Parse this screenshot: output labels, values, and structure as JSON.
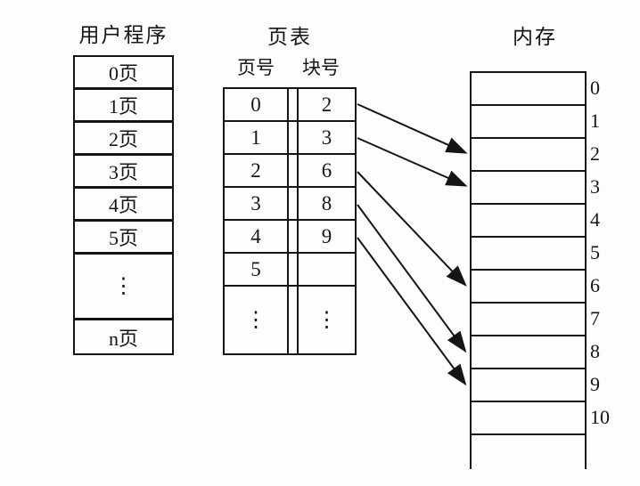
{
  "diagram": {
    "background": "#fdfdfd",
    "line_color": "#151515"
  },
  "user_program": {
    "title": "用户程序",
    "rows": [
      {
        "label": "0页"
      },
      {
        "label": "1页"
      },
      {
        "label": "2页"
      },
      {
        "label": "3页"
      },
      {
        "label": "4页"
      },
      {
        "label": "5页"
      },
      {
        "label": "⋮"
      },
      {
        "label": "n页"
      }
    ]
  },
  "page_table": {
    "title": "页表",
    "columns": [
      "页号",
      "块号"
    ],
    "rows": [
      {
        "page": "0",
        "block": "2"
      },
      {
        "page": "1",
        "block": "3"
      },
      {
        "page": "2",
        "block": "6"
      },
      {
        "page": "3",
        "block": "8"
      },
      {
        "page": "4",
        "block": "9"
      },
      {
        "page": "5",
        "block": ""
      },
      {
        "page": "⋮",
        "block": "⋮"
      }
    ]
  },
  "memory": {
    "title": "内存",
    "block_labels": [
      "0",
      "1",
      "2",
      "3",
      "4",
      "5",
      "6",
      "7",
      "8",
      "9",
      "10"
    ]
  },
  "mappings": [
    {
      "page": "0",
      "block": "2"
    },
    {
      "page": "1",
      "block": "3"
    },
    {
      "page": "2",
      "block": "6"
    },
    {
      "page": "3",
      "block": "8"
    },
    {
      "page": "4",
      "block": "9"
    }
  ]
}
